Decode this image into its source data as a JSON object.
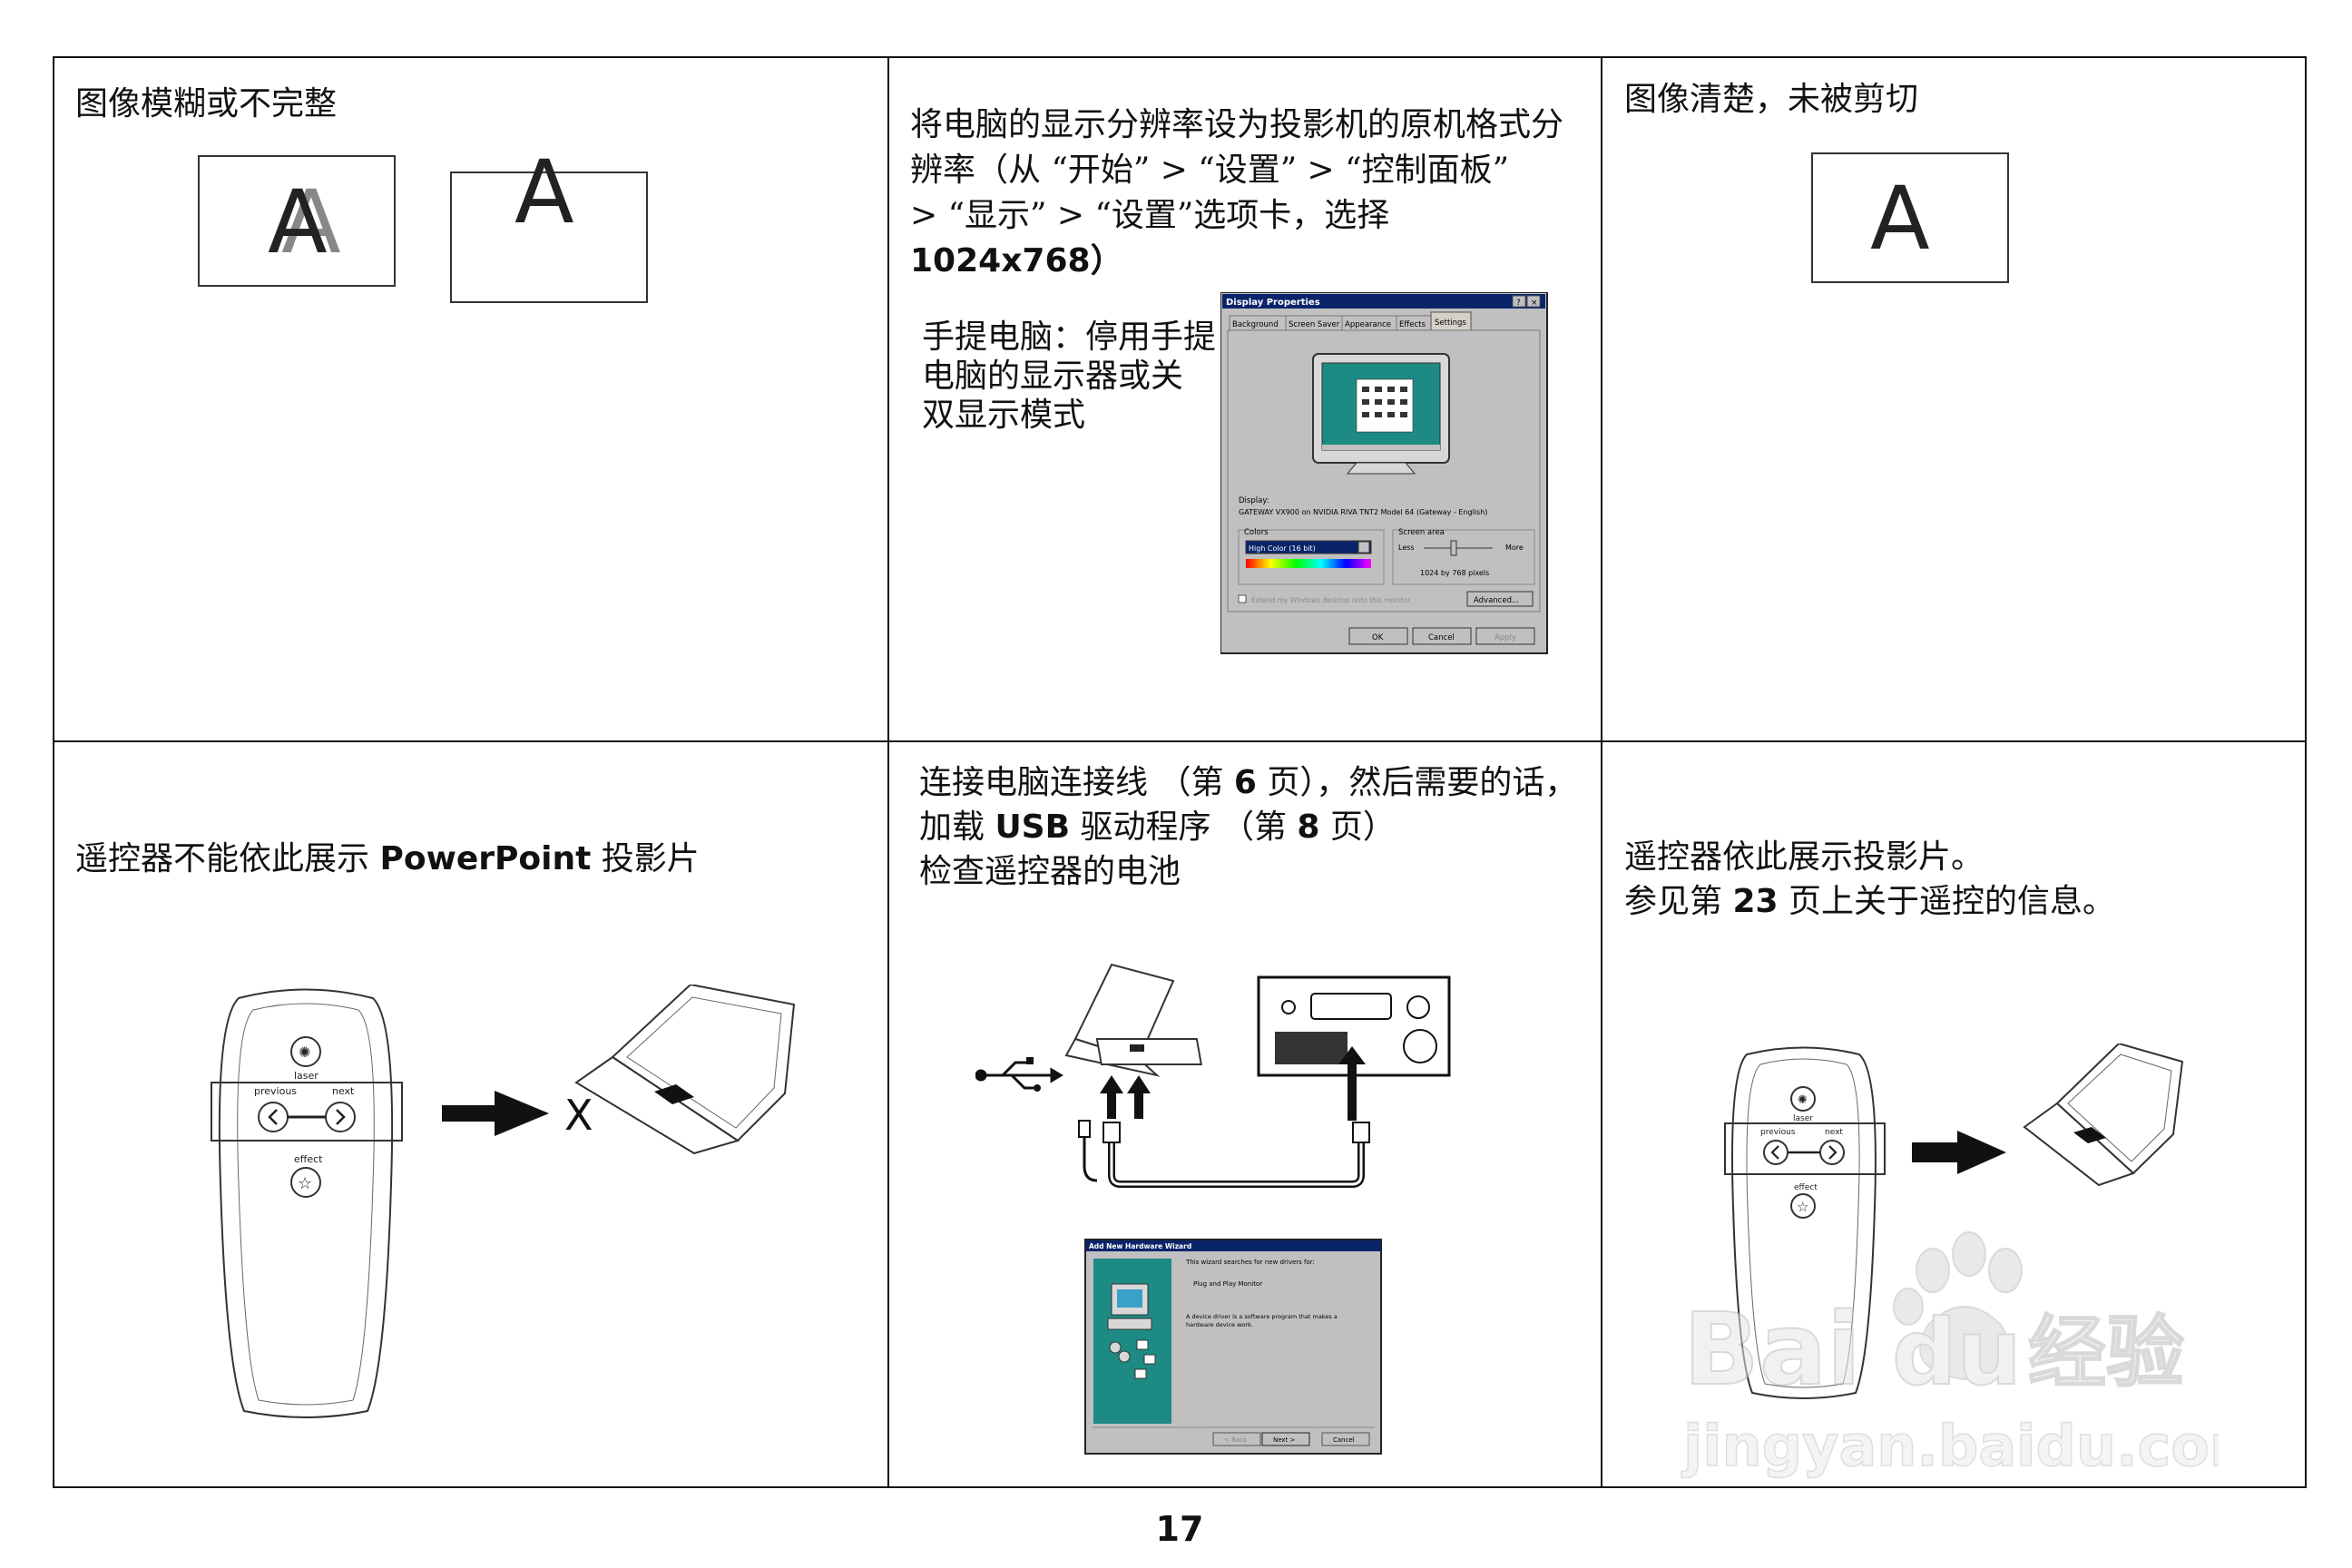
{
  "cells": {
    "top_left": {
      "text": "图像模糊或不完整",
      "glyph_a": "A"
    },
    "top_middle": {
      "line1": "将电脑的显示分辨率设为投影机的原机格式分",
      "line2": "辨率（从 “开始” > “设置” > “控制面板”",
      "line3": "> “显示” > “设置”选项卡，选择",
      "line4": "1024x768）",
      "laptop_line1": "手提电脑：停用手提",
      "laptop_line2": "电脑的显示器或关",
      "laptop_line3": "双显示模式",
      "dialog": {
        "title": "Display Properties",
        "title_buttons": "? X",
        "tabs": [
          "Background",
          "Screen Saver",
          "Appearance",
          "Effects",
          "Settings"
        ],
        "display_label": "Display:",
        "display_value": "GATEWAY VX900 on NVIDIA RIVA TNT2 Model 64 (Gateway - English)",
        "colors_label": "Colors",
        "colors_value": "High Color (16 bit)",
        "screen_area_label": "Screen area",
        "less": "Less",
        "more": "More",
        "resolution": "1024 by 768 pixels",
        "extend_label": "Extend my Windows desktop onto this monitor.",
        "advanced_button": "Advanced...",
        "ok_button": "OK",
        "cancel_button": "Cancel",
        "apply_button": "Apply"
      }
    },
    "top_right": {
      "text": "图像清楚，未被剪切",
      "glyph_a": "A"
    },
    "bottom_left": {
      "text_pre": "遥控器不能依此展示 ",
      "text_bold": "PowerPoint",
      "text_post": " 投影片",
      "remote_labels": {
        "laser": "laser",
        "previous": "previous",
        "next": "next",
        "effect": "effect"
      },
      "x_mark": "X"
    },
    "bottom_middle": {
      "line1_pre": "连接电脑连接线 （第 ",
      "line1_bold": "6",
      "line1_post": " 页），然后需要的话，",
      "line2_pre": "加载 ",
      "line2_bold": "USB",
      "line2_post": " 驱动程序 （第 ",
      "line2_bold2": "8",
      "line2_post2": " 页）",
      "line3": "检查遥控器的电池",
      "wizard": {
        "title": "Add New Hardware Wizard",
        "line1": "This wizard searches for new drivers for:",
        "line2": "Plug and Play Monitor",
        "line3": "A device driver is a software program that makes a",
        "line4": "hardware device work.",
        "back_button": "< Back",
        "next_button": "Next >",
        "cancel_button": "Cancel"
      }
    },
    "bottom_right": {
      "line1": "遥控器依此展示投影片。",
      "line2_pre": "参见第 ",
      "line2_bold": "23",
      "line2_post": " 页上关于遥控的信息。",
      "remote_labels": {
        "laser": "laser",
        "previous": "previous",
        "next": "next",
        "effect": "effect"
      }
    }
  },
  "page_number": "17",
  "watermark": {
    "brand": "Bai",
    "brand2": "du",
    "brand_cn": "经验",
    "url": "jingyan.baidu.com"
  }
}
